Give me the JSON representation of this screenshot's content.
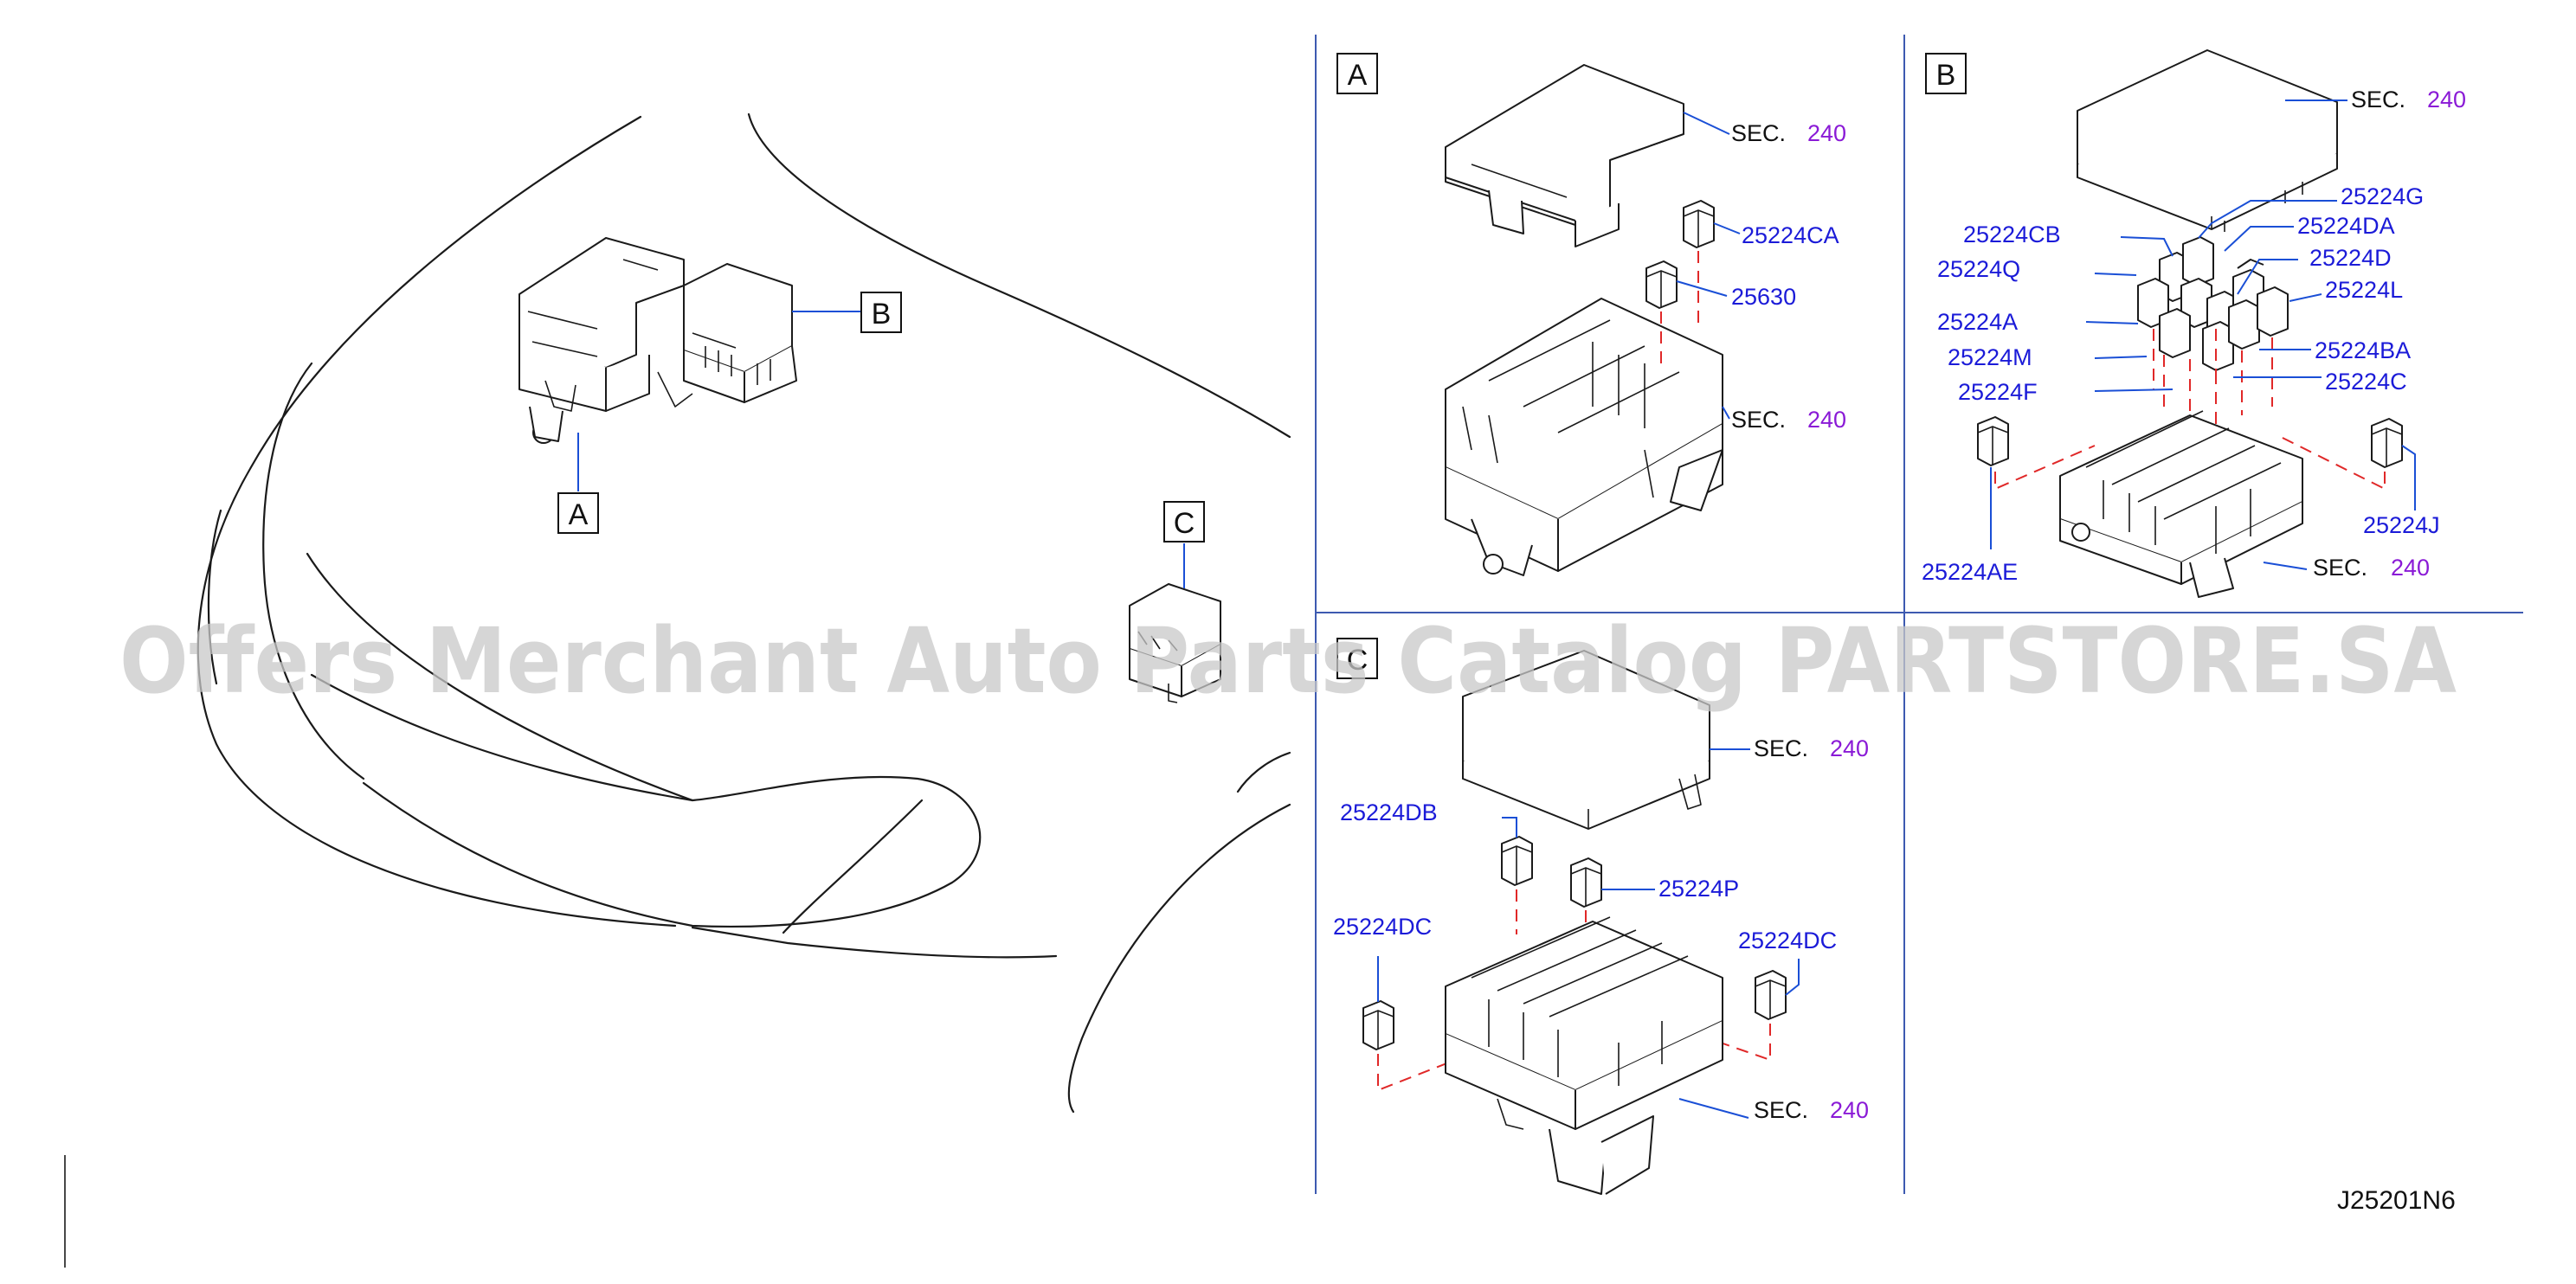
{
  "diagram": {
    "callouts": {
      "overview_a": "A",
      "overview_b": "B",
      "overview_c": "C",
      "panel_a": "A",
      "panel_b": "B",
      "panel_c": "C"
    },
    "sec_label": "SEC.",
    "sec_number": "240",
    "panel_a": {
      "parts": [
        "25224CA",
        "25630"
      ]
    },
    "panel_b": {
      "parts": [
        "25224G",
        "25224CB",
        "25224DA",
        "25224Q",
        "25224D",
        "25224L",
        "25224A",
        "25224M",
        "25224BA",
        "25224F",
        "25224C",
        "25224AE",
        "25224J"
      ]
    },
    "panel_c": {
      "parts": [
        "25224DB",
        "25224P",
        "25224DC",
        "25224DC"
      ]
    },
    "watermark": "Offers Merchant Auto Parts Catalog PARTSTORE.SA",
    "drawing_code": "J25201N6"
  },
  "colors": {
    "part_number": "#1b1bd8",
    "sec_number": "#8a1ad6",
    "dashed_guide": "#e02828",
    "leader": "#1a4fd6"
  }
}
